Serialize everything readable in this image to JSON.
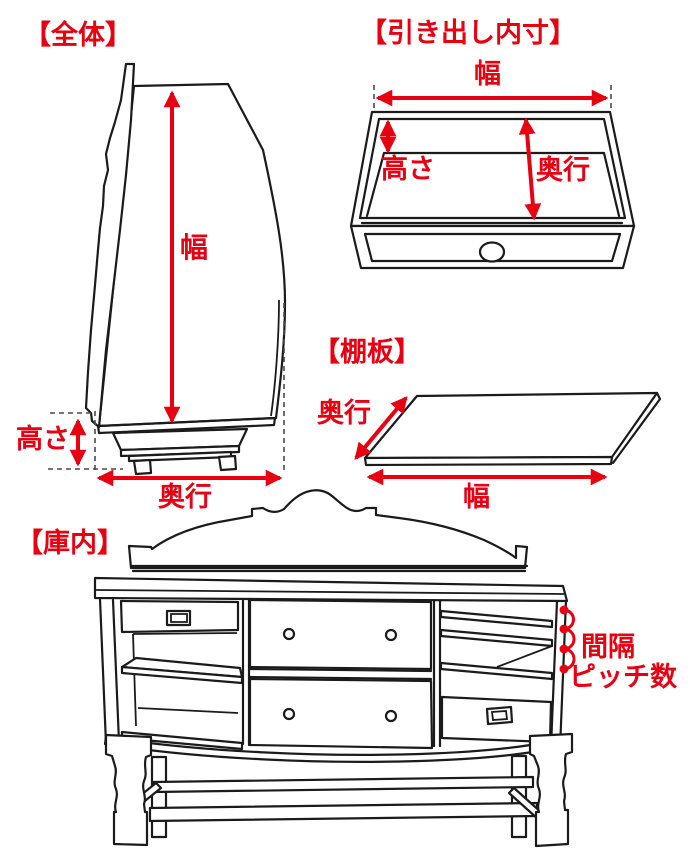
{
  "page": {
    "background": "#ffffff",
    "line_color": "#1b1b1b",
    "accent_red": "#e60012"
  },
  "sections": {
    "overall": {
      "title": "【全体】",
      "labels": {
        "width": "幅",
        "height": "高さ",
        "depth": "奥行"
      }
    },
    "drawer_inner": {
      "title": "【引き出し内寸】",
      "labels": {
        "width": "幅",
        "height": "高さ",
        "depth": "奥行"
      }
    },
    "shelf_board": {
      "title": "【棚板】",
      "labels": {
        "depth": "奥行",
        "width": "幅"
      }
    },
    "interior": {
      "title": "【庫内】",
      "labels": {
        "spacing": "間隔",
        "pitch_count": "ピッチ数"
      }
    }
  }
}
